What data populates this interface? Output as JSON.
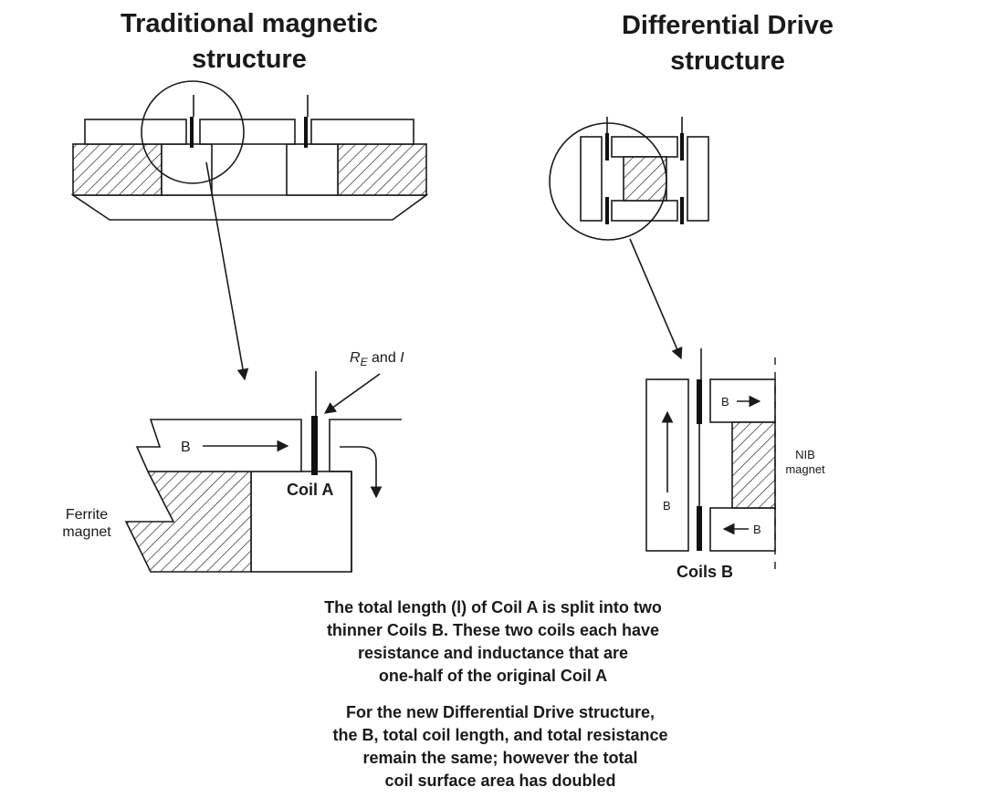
{
  "left_title": [
    "Traditional magnetic",
    "structure"
  ],
  "right_title": [
    "Differential Drive",
    "structure"
  ],
  "labels": {
    "re_and_i_re": "R",
    "re_and_i_sub": "E",
    "re_and_i_and": " and ",
    "re_and_i_i": "I",
    "b_left": "B",
    "coil_a": "Coil A",
    "ferrite": [
      "Ferrite",
      "magnet"
    ],
    "b_top": "B",
    "b_mid": "B",
    "b_bottom": "B",
    "nib": [
      "NIB",
      "magnet"
    ],
    "coils_b": "Coils B"
  },
  "caption_1": [
    "The total length (l) of Coil A is split into two",
    "thinner Coils B. These two coils each have",
    "resistance and inductance that are",
    "one-half of the original Coil A"
  ],
  "caption_2": [
    "For the new Differential Drive structure,",
    "the B, total coil length, and total resistance",
    "remain the same; however the total",
    "coil surface area has doubled"
  ]
}
